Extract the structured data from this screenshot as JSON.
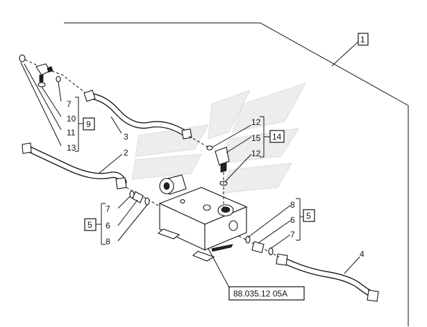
{
  "drawing": {
    "ref_code": "88.035.12 05A",
    "assembly_label": "1"
  },
  "callouts": {
    "upper_left": [
      "7",
      "10",
      "11",
      "13"
    ],
    "upper_left_group": "9",
    "tube_3": "3",
    "tube_2": "2",
    "tube_4": "4",
    "center": [
      "12",
      "15",
      "12"
    ],
    "center_group": "14",
    "left_fitting": [
      "7",
      "6",
      "8"
    ],
    "left_group": "5",
    "right_fitting": [
      "8",
      "6",
      "7"
    ],
    "right_group": "5"
  }
}
